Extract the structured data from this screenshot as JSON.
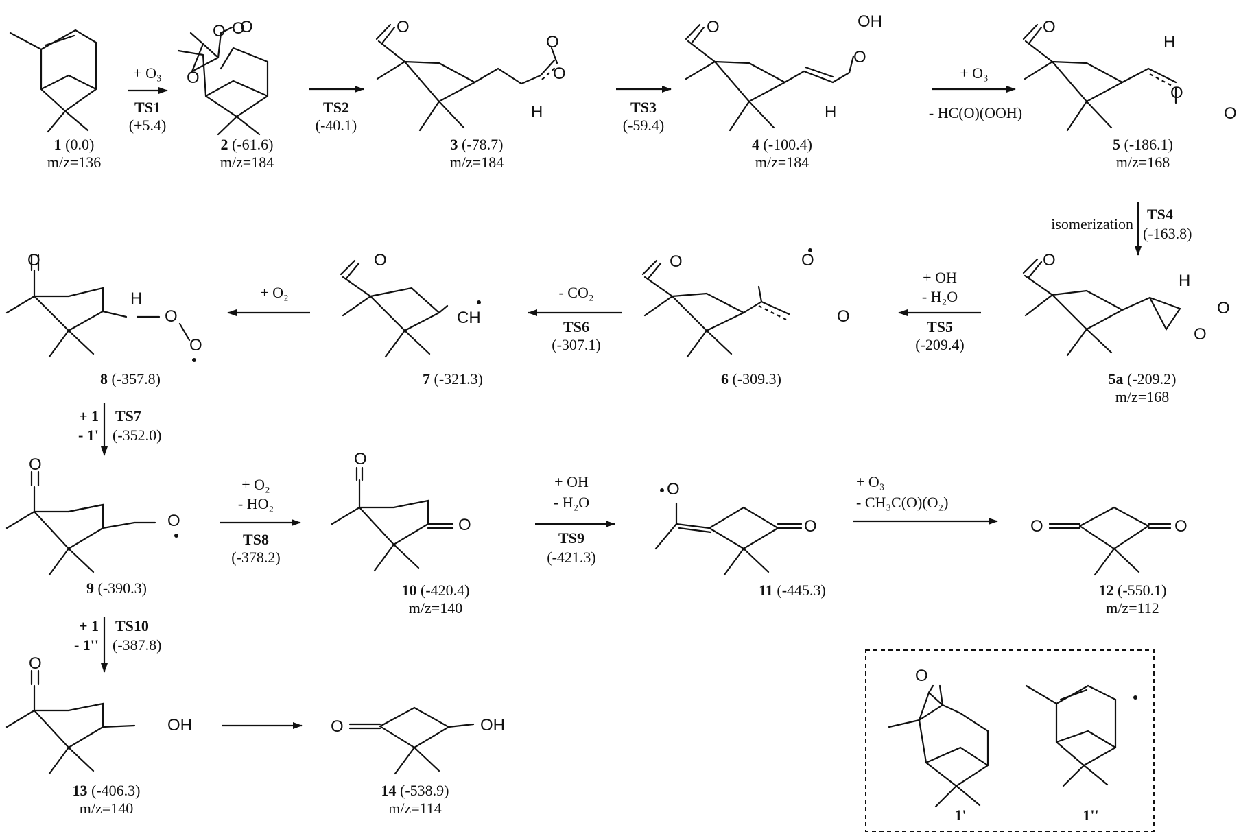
{
  "compounds": [
    {
      "id": "1",
      "energy": "(0.0)",
      "mz": "m/z=136"
    },
    {
      "id": "2",
      "energy": "(-61.6)",
      "mz": "m/z=184"
    },
    {
      "id": "3",
      "energy": "(-78.7)",
      "mz": "m/z=184"
    },
    {
      "id": "4",
      "energy": "(-100.4)",
      "mz": "m/z=184"
    },
    {
      "id": "5",
      "energy": "(-186.1)",
      "mz": "m/z=168"
    },
    {
      "id": "5a",
      "energy": "(-209.2)",
      "mz": "m/z=168"
    },
    {
      "id": "6",
      "energy": "(-309.3)",
      "mz": ""
    },
    {
      "id": "7",
      "energy": "(-321.3)",
      "mz": ""
    },
    {
      "id": "8",
      "energy": "(-357.8)",
      "mz": ""
    },
    {
      "id": "9",
      "energy": "(-390.3)",
      "mz": ""
    },
    {
      "id": "10",
      "energy": "(-420.4)",
      "mz": "m/z=140"
    },
    {
      "id": "11",
      "energy": "(-445.3)",
      "mz": ""
    },
    {
      "id": "12",
      "energy": "(-550.1)",
      "mz": "m/z=112"
    },
    {
      "id": "13",
      "energy": "(-406.3)",
      "mz": "m/z=140"
    },
    {
      "id": "14",
      "energy": "(-538.9)",
      "mz": "m/z=114"
    },
    {
      "id": "1'",
      "energy": "",
      "mz": ""
    },
    {
      "id": "1''",
      "energy": "",
      "mz": ""
    }
  ],
  "steps": [
    {
      "ts": "TS1",
      "energy": "(+5.4)",
      "reagent": "+ O₃",
      "extra": ""
    },
    {
      "ts": "TS2",
      "energy": "(-40.1)",
      "reagent": "",
      "extra": ""
    },
    {
      "ts": "TS3",
      "energy": "(-59.4)",
      "reagent": "",
      "extra": ""
    },
    {
      "ts": "",
      "energy": "",
      "reagent": "+ O₃",
      "extra": "- HC(O)(OOH)"
    },
    {
      "ts": "TS4",
      "energy": "(-163.8)",
      "reagent": "isomerization",
      "extra": ""
    },
    {
      "ts": "TS5",
      "energy": "(-209.4)",
      "reagent": "+ OH",
      "extra": "- H₂O"
    },
    {
      "ts": "TS6",
      "energy": "(-307.1)",
      "reagent": "- CO₂",
      "extra": ""
    },
    {
      "ts": "",
      "energy": "",
      "reagent": "+ O₂",
      "extra": ""
    },
    {
      "ts": "TS7",
      "energy": "(-352.0)",
      "reagent": "+ 1",
      "extra": "- 1'"
    },
    {
      "ts": "TS8",
      "energy": "(-378.2)",
      "reagent": "+ O₂",
      "extra": "- HO₂"
    },
    {
      "ts": "TS9",
      "energy": "(-421.3)",
      "reagent": "+ OH",
      "extra": "- H₂O"
    },
    {
      "ts": "",
      "energy": "",
      "reagent": "+ O₃",
      "extra": "- CH₃C(O)(O₂)"
    },
    {
      "ts": "TS10",
      "energy": "(-387.8)",
      "reagent": "+ 1",
      "extra": "- 1''"
    }
  ],
  "atoms": {
    "O": "O",
    "OH": "OH",
    "H": "H",
    "CH": "CH",
    "OO": "O"
  }
}
